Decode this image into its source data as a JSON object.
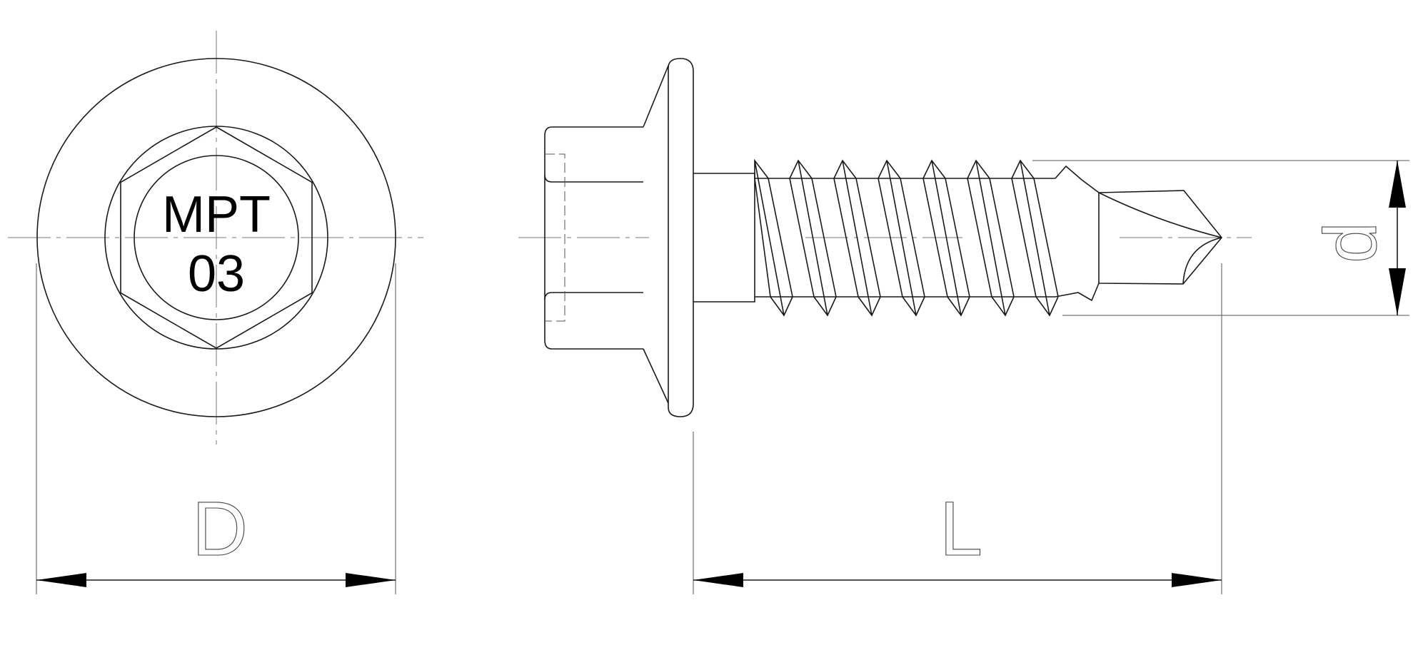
{
  "drawing": {
    "head_marking": {
      "line1": "MPT",
      "line2": "03"
    },
    "dimensions": {
      "head_diameter": "D",
      "length": "L",
      "thread_diameter": "d"
    },
    "colors": {
      "line": "#1a1a1a",
      "dimension": "#555555",
      "background": "#ffffff"
    }
  }
}
